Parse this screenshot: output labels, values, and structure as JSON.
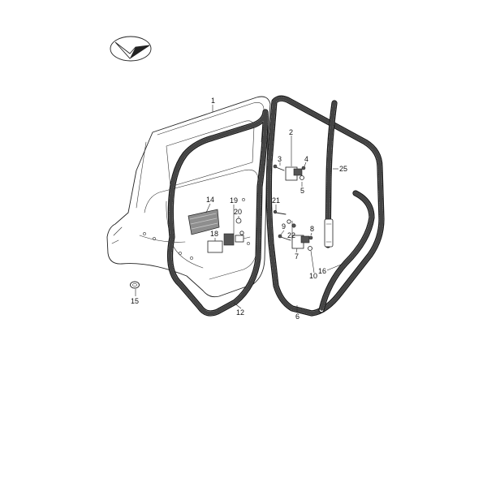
{
  "diagram": {
    "callouts": {
      "c1": "1",
      "c2": "2",
      "c3": "3",
      "c4": "4",
      "c5": "5",
      "c6": "6",
      "c7": "7",
      "c8": "8",
      "c9": "9",
      "c10": "10",
      "c12": "12",
      "c14": "14",
      "c15": "15",
      "c16": "16",
      "c18": "18",
      "c19": "19",
      "c20": "20",
      "c21": "21",
      "c22": "22",
      "c25": "25"
    },
    "colors": {
      "line": "#222222",
      "seal": "#1a1a1a",
      "background": "#ffffff"
    },
    "icons": {
      "orientation": "direction-arrow-icon"
    }
  }
}
